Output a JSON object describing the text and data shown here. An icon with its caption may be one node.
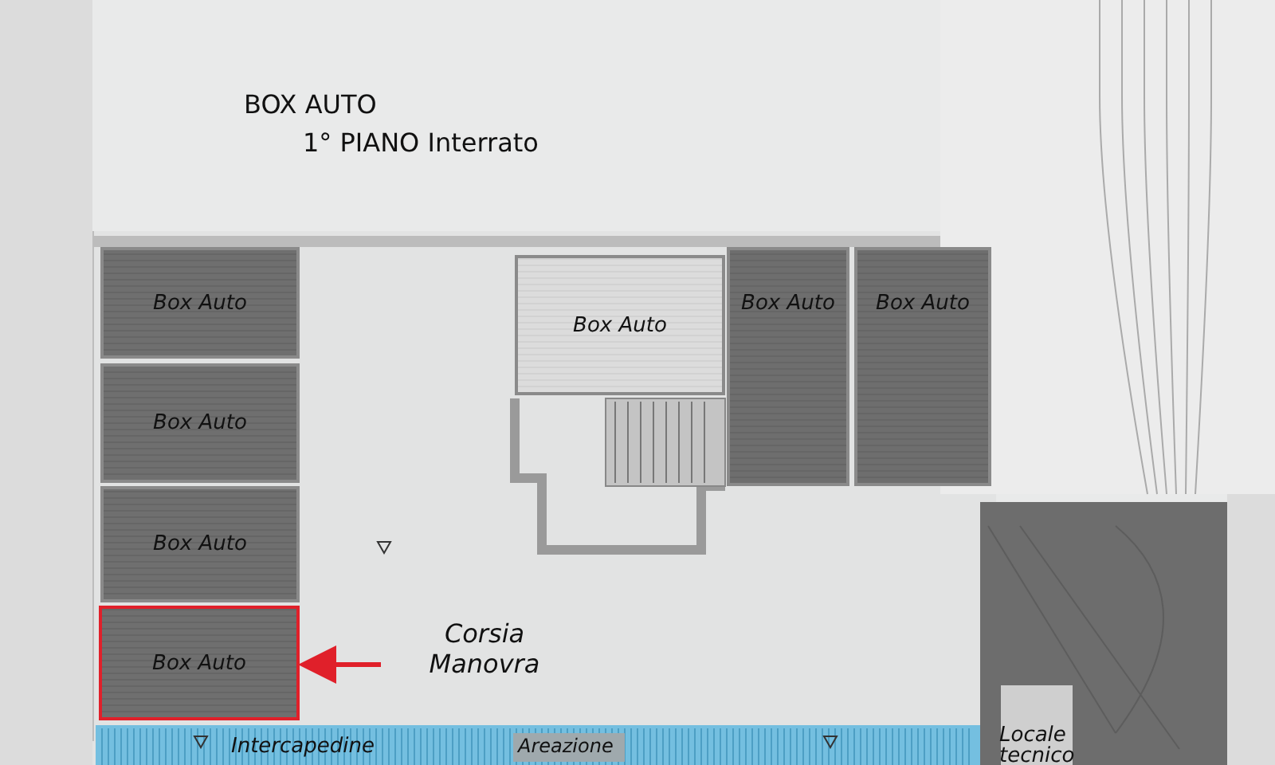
{
  "diagram": {
    "nodes": [
      {
        "text": [
          "Box Auto"
        ]
      },
      {
        "text": [
          "Box Auto"
        ]
      },
      {
        "text": [
          "Box Auto"
        ]
      },
      {
        "text": [
          "Box Auto"
        ]
      },
      {
        "text": [
          "Box Auto"
        ]
      },
      {
        "text": [
          "Box Auto"
        ]
      },
      {
        "text": [
          "Box Auto"
        ]
      },
      {
        "text": [
          "Corsia Manovra"
        ]
      }
    ],
    "edges": [
      {
        "from": 7,
        "to": 3,
        "arrow": "to",
        "color": "#e0202a"
      }
    ],
    "labels": [
      "BOX AUTO",
      "1° PIANO Interrato",
      "Intercapedine",
      "Areazione",
      "Locale tecnico"
    ]
  }
}
